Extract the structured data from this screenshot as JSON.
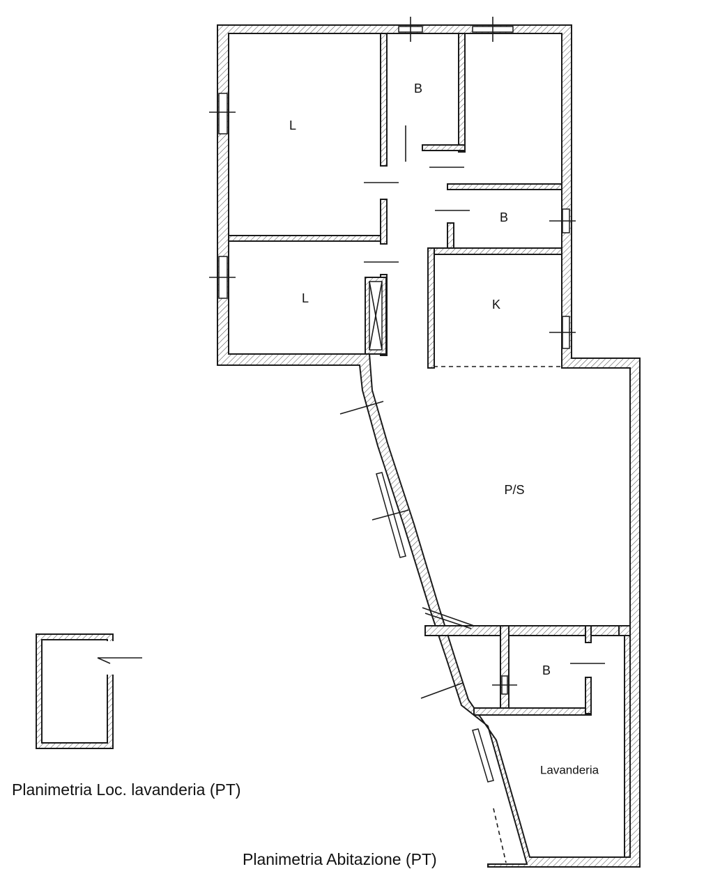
{
  "rooms": {
    "bedroom_top": "L",
    "bathroom_top": "B",
    "bathroom_mid": "B",
    "bedroom_bottom": "L",
    "kitchen": "K",
    "living": "P/S",
    "bathroom_small": "B",
    "laundry": "Lavanderia"
  },
  "captions": {
    "laundry_plan": "Planimetria Loc. lavanderia (PT)",
    "house_plan": "Planimetria Abitazione (PT)"
  }
}
